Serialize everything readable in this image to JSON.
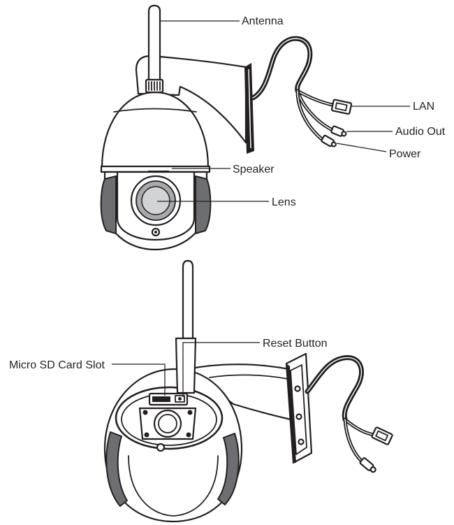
{
  "colors": {
    "line": "#231f20",
    "shade": "#6d6e71"
  },
  "front_view": {
    "labels": {
      "antenna": "Antenna",
      "lan": "LAN",
      "audio_out": "Audio Out",
      "power": "Power",
      "speaker": "Speaker",
      "lens": "Lens"
    }
  },
  "rear_view": {
    "labels": {
      "reset_button": "Reset Button",
      "micro_sd_card_slot": "Micro SD Card Slot"
    }
  }
}
